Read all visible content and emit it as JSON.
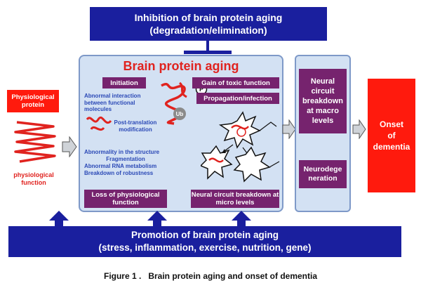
{
  "top": {
    "line1": "Inhibition of brain protein aging",
    "line2": "(degradation/elimination)"
  },
  "physiological": {
    "protein_label": "Physiological protein",
    "function_label": "physiological function"
  },
  "main": {
    "title": "Brain protein aging",
    "initiation": "Initiation",
    "abnormal_interaction": "Abnormal interaction between functional molecules",
    "post_translation": "Post-translation modification",
    "p_badge": "P",
    "ub_badge": "Ub",
    "abnormal_structure": "Abnormality in the structure",
    "fragmentation": "Fragmentation",
    "rna": "Abnormal RNA metabolism",
    "robustness": "Breakdown of robustness",
    "loss_function": "Loss of physiological function",
    "gain_toxic": "Gain of toxic function",
    "propagation": "Propagation/infection",
    "circuit_micro": "Neural circuit breakdown at micro levels"
  },
  "right": {
    "circuit_macro": "Neural circuit breakdown at macro levels",
    "neurodegeneration": "Neurodege neration"
  },
  "onset": {
    "line1": "Onset",
    "line2": "of",
    "line3": "dementia"
  },
  "bottom": {
    "line1": "Promotion of brain protein aging",
    "line2": "(stress, inflammation, exercise, nutrition, gene)"
  },
  "caption": "Figure 1 .   Brain protein aging and onset of dementia",
  "colors": {
    "navy": "#1a1f9e",
    "purple": "#76236e",
    "red": "#e0231f",
    "panel": "#d3e1f3"
  }
}
